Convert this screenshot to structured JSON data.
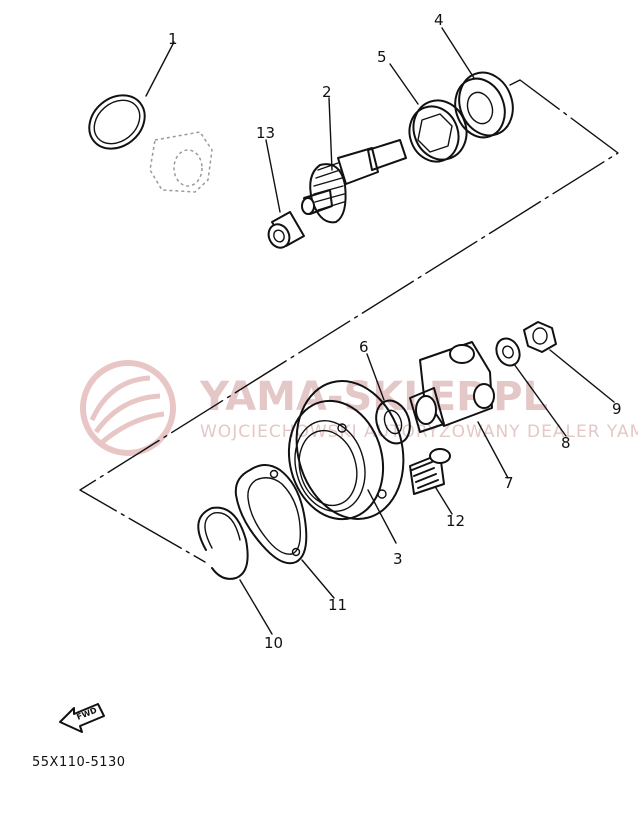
{
  "callouts": {
    "c1": "1",
    "c2": "2",
    "c3": "3",
    "c4": "4",
    "c5": "5",
    "c6": "6",
    "c7": "7",
    "c8": "8",
    "c9": "9",
    "c10": "10",
    "c11": "11",
    "c12": "12",
    "c13": "13"
  },
  "watermark": {
    "main": "YAMA-SKLEP.PL",
    "sub": "WOJCIECHOWSKI AUTORYZOWANY DEALER YAMAHA"
  },
  "fwd_label": "FWD",
  "part_code": "55X110-5130",
  "colors": {
    "ink": "#111111",
    "watermark": "#e4c8c8"
  }
}
